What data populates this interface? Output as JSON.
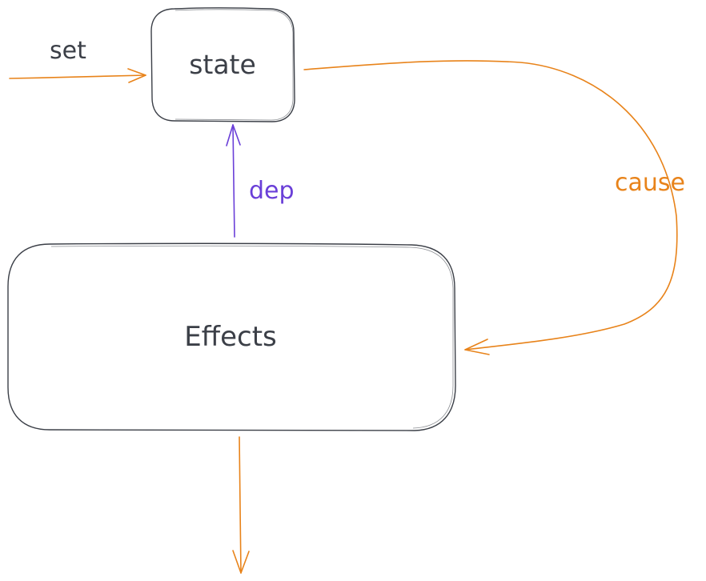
{
  "nodes": {
    "state": {
      "label": "state"
    },
    "effects": {
      "label": "Effects"
    }
  },
  "edges": {
    "set": {
      "label": "set"
    },
    "dep": {
      "label": "dep"
    },
    "cause": {
      "label": "cause"
    }
  },
  "colors": {
    "stroke_dark": "#3b3f47",
    "orange": "#e8831a",
    "purple": "#6a3fd8",
    "text_dark": "#3b3f47"
  }
}
